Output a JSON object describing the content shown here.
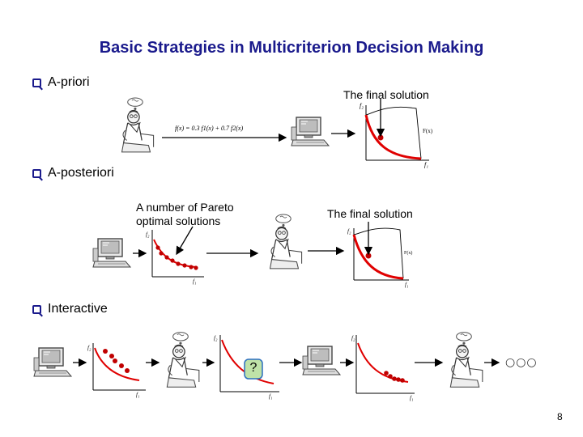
{
  "slide": {
    "title": "Basic Strategies in Multicriterion Decision Making",
    "page_number": "8"
  },
  "sections": {
    "a_priori": {
      "label": "A-priori"
    },
    "a_posteriori": {
      "label": "A-posteriori"
    },
    "interactive": {
      "label": "Interactive"
    }
  },
  "annotations": {
    "final_solution_1": "The final solution",
    "final_solution_2": "The final solution",
    "pareto_line1": "A number of Pareto",
    "pareto_line2": "optimal solutions",
    "formula": "f(x) = 0.3 f1(x) + 0.7 f2(x)",
    "question_mark": "?",
    "continuation": "○○○"
  },
  "axis_labels": {
    "f1": "f1",
    "f2": "f2",
    "curve_label": "F(x)"
  },
  "colors": {
    "title": "#1a1a8c",
    "bullet": "#1a1a8c",
    "front_curve": "#e00000",
    "points": "#c00000"
  },
  "icons": [
    "computer-icon",
    "thinking-person-icon",
    "arrow-icon",
    "ellipsis-icon"
  ]
}
